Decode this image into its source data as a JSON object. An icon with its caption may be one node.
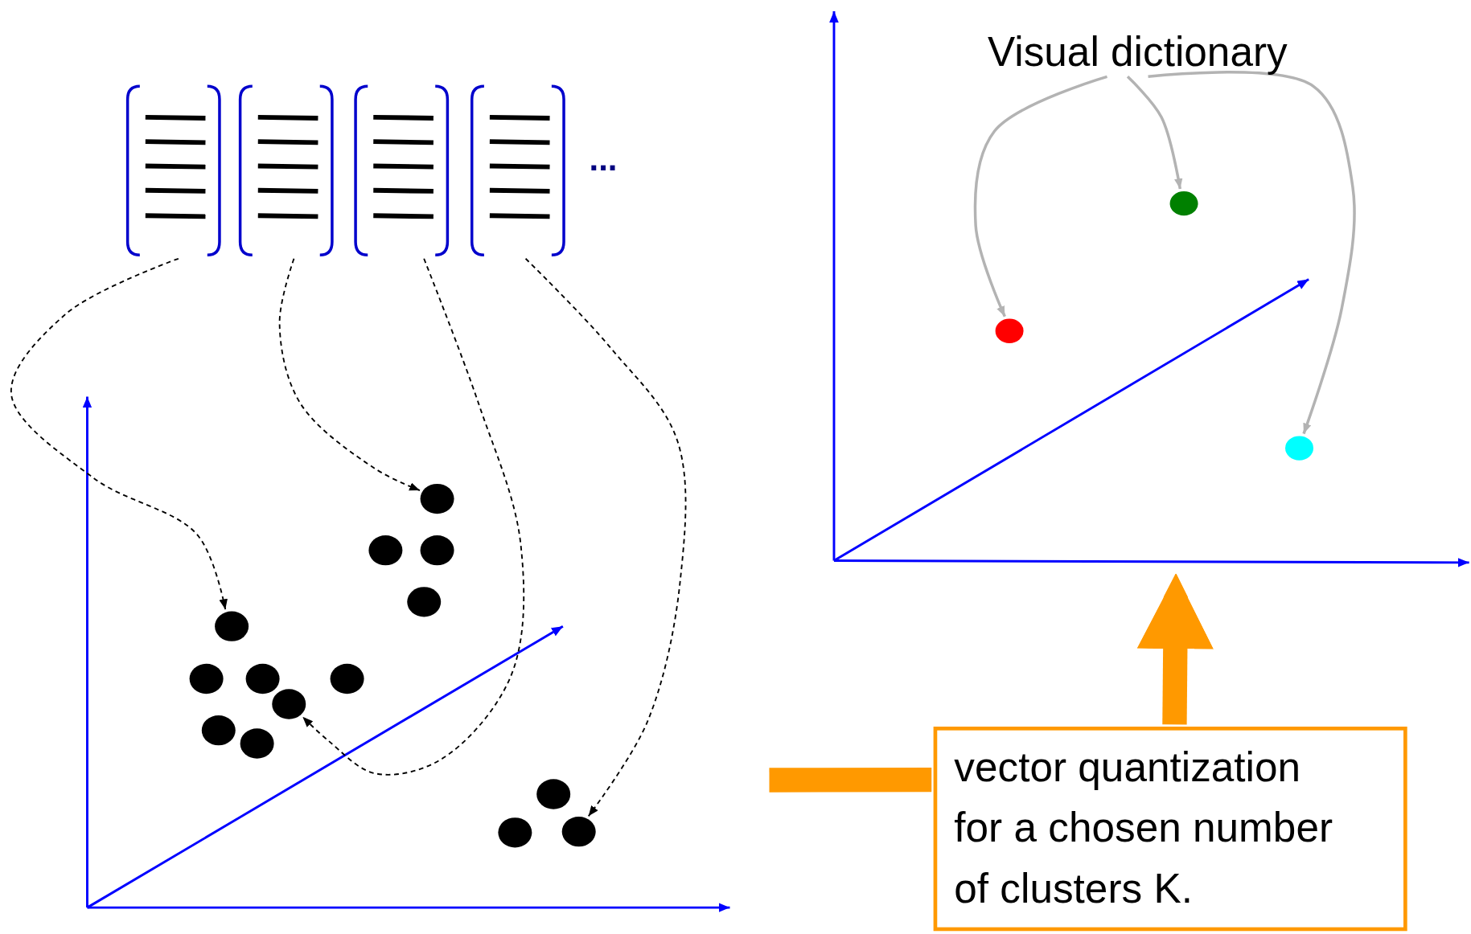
{
  "diagram": {
    "nodes": [
      {
        "text": [],
        "shape": "bar"
      },
      {
        "text": [],
        "shape": "bar"
      },
      {
        "text": [],
        "shape": "bar"
      },
      {
        "text": [],
        "shape": "bar"
      },
      {
        "text": [],
        "shape": "picture"
      },
      {
        "text": [
          "Visual dictionary"
        ],
        "in": 4
      },
      {
        "text": [],
        "shape": "circle",
        "in": 4
      },
      {
        "text": [],
        "shape": "circle",
        "in": 4
      },
      {
        "text": [],
        "shape": "circle",
        "in": 4
      },
      {
        "text": [],
        "shape": "circle"
      },
      {
        "text": [],
        "shape": "circle"
      },
      {
        "text": [],
        "shape": "circle"
      },
      {
        "text": [],
        "shape": "circle"
      },
      {
        "text": [],
        "shape": "circle"
      },
      {
        "text": [],
        "shape": "circle"
      },
      {
        "text": [],
        "shape": "circle"
      },
      {
        "text": [],
        "shape": "circle"
      },
      {
        "text": [],
        "shape": "circle"
      },
      {
        "text": [],
        "shape": "circle"
      },
      {
        "text": [],
        "shape": "circle"
      },
      {
        "text": [],
        "shape": "circle"
      },
      {
        "text": [],
        "shape": "circle"
      },
      {
        "text": [],
        "shape": "circle"
      },
      {
        "text": [
          "vector quantization for a chosen number of clusters K."
        ]
      }
    ],
    "edges": [
      {
        "from": 0,
        "to": 13,
        "arrow": "to",
        "style": "dashed"
      },
      {
        "from": 1,
        "to": 9,
        "arrow": "to",
        "style": "dashed"
      },
      {
        "from": 2,
        "to": 17,
        "arrow": "to",
        "style": "dashed"
      },
      {
        "from": 3,
        "to": 21,
        "arrow": "to",
        "style": "dashed"
      },
      {
        "from": 5,
        "to": 6,
        "arrow": "to",
        "color": "#b3b3b3"
      },
      {
        "from": 5,
        "to": 7,
        "arrow": "to",
        "color": "#b3b3b3"
      },
      {
        "from": 5,
        "to": 8,
        "arrow": "to",
        "color": "#b3b3b3"
      },
      {
        "from": 23,
        "to": 4,
        "arrow": "to",
        "style": "thick",
        "color": "#ff9900"
      },
      {
        "from": null,
        "to": 23,
        "arrow": "none",
        "style": "thick",
        "color": "#ff9900"
      }
    ],
    "labels": [
      "..."
    ]
  }
}
